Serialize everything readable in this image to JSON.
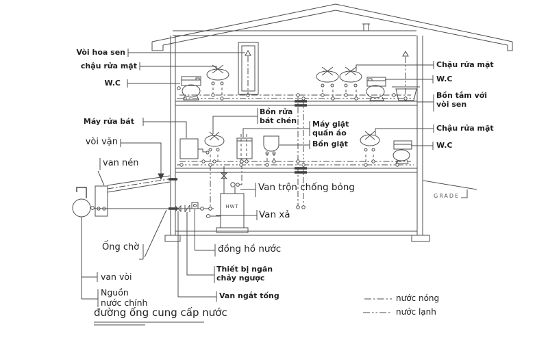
{
  "diagram": {
    "title": "đường ống cung cấp nước",
    "hwt_label": "HWT",
    "grade_label": "GRADE",
    "legend": {
      "hot_label": "nước nóng",
      "cold_label": "nước lạnh"
    },
    "colors": {
      "line": "#4b4b4b",
      "text": "#1f1f1f",
      "background": "#ffffff"
    },
    "labels": {
      "shower_head": "Vòi hoa sen",
      "washbasin_left": "chậu rửa mặt",
      "wc_left": "W.C",
      "dishwasher": "Máy rửa bát",
      "tap": "vòi vặn",
      "pressure_valve": "van nén",
      "stub_pipe": "Ống chờ",
      "hose_valve": "van vòi",
      "main_source_1": "Nguồn",
      "main_source_2": "nước chính",
      "kitchen_sink_1": "Bồn rửa",
      "kitchen_sink_2": "bát chén",
      "washing_machine_1": "Máy giặt",
      "washing_machine_2": "quần áo",
      "laundry_tub": "Bồn giặt",
      "anti_scald_valve": "Van trộn chống bỏng",
      "drain_valve": "Van xả",
      "water_meter": "đồng hồ nước",
      "backflow_1": "Thiết bị ngăn",
      "backflow_2": "chảy ngược",
      "main_shutoff": "Van ngắt tống",
      "washbasin_right_top": "Chậu rửa mặt",
      "wc_right_top": "W.C",
      "bathtub_1": "Bồn tắm với",
      "bathtub_2": "vòi sen",
      "washbasin_right_mid": "Chậu rửa mặt",
      "wc_right_mid": "W.C"
    }
  }
}
